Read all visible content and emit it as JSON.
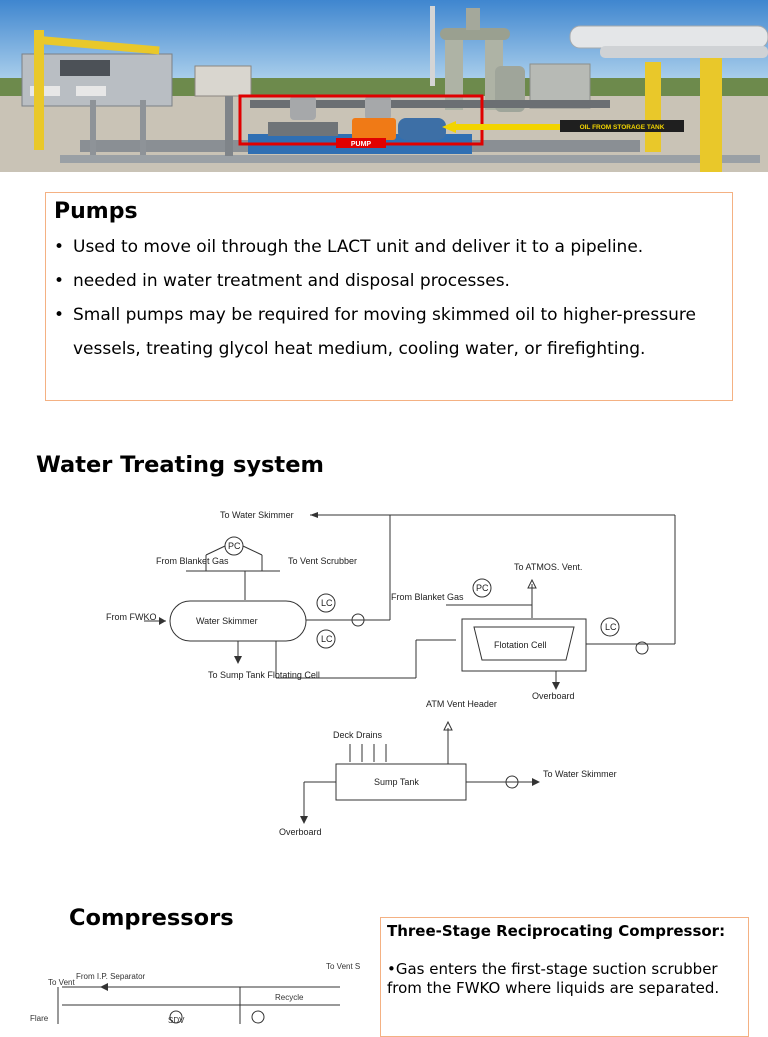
{
  "photo": {
    "pump_label": "PUMP",
    "tank_label": "OIL FROM STORAGE TANK"
  },
  "pumps": {
    "title": "Pumps",
    "bullets": [
      "Used to move oil through the LACT unit and deliver it to a pipeline.",
      "needed in water treatment and disposal processes.",
      "Small pumps may be required for moving skimmed oil to higher-pressure vessels, treating glycol heat medium, cooling water, or firefighting."
    ]
  },
  "water_treating": {
    "title": "Water Treating system",
    "diagram": {
      "to_water_skimmer_top": "To Water Skimmer",
      "from_blanket_gas_1": "From Blanket Gas",
      "pc": "PC",
      "to_vent_scrubber": "To Vent Scrubber",
      "from_fwko": "From FWKO",
      "water_skimmer": "Water Skimmer",
      "lc": "LC",
      "to_sump_tank": "To Sump Tank Flotating Cell",
      "from_blanket_gas_2": "From Blanket Gas",
      "to_atmos_vent": "To ATMOS. Vent.",
      "flotation_cell": "Flotation Cell",
      "overboard_1": "Overboard",
      "atm_vent_header": "ATM Vent Header",
      "deck_drains": "Deck Drains",
      "sump_tank": "Sump Tank",
      "to_water_skimmer_bottom": "To Water Skimmer",
      "overboard_2": "Overboard"
    }
  },
  "compressors": {
    "title": "Compressors",
    "diagram": {
      "to_vent": "To Vent",
      "from_ip_separator": "From I.P. Separator",
      "to_vent_scrubber": "To Vent Scrubber",
      "recycle": "Recycle",
      "flare": "Flare",
      "sdv": "SDV"
    },
    "info_title": "Three-Stage Reciprocating Compressor:",
    "info_text": "•Gas enters the first-stage suction scrubber from the FWKO where liquids are separated."
  },
  "colors": {
    "box_border": "#f4b183",
    "highlight": "#e00000",
    "arrow_yellow": "#f2d400"
  }
}
